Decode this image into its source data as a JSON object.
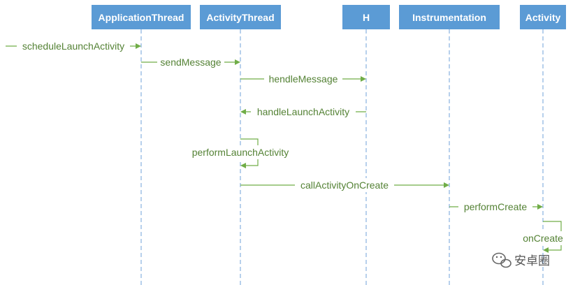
{
  "lifelines": [
    {
      "id": "app",
      "title": "ApplicationThread"
    },
    {
      "id": "act",
      "title": "ActivityThread"
    },
    {
      "id": "h",
      "title": "H"
    },
    {
      "id": "ins",
      "title": "Instrumentation"
    },
    {
      "id": "activity",
      "title": "Activity"
    }
  ],
  "messages": [
    {
      "label": "scheduleLaunchActivity",
      "from": "external",
      "to": "app"
    },
    {
      "label": "sendMessage",
      "from": "app",
      "to": "act"
    },
    {
      "label": "hendleMessage",
      "from": "act",
      "to": "h"
    },
    {
      "label": "handleLaunchActivity",
      "from": "h",
      "to": "act"
    },
    {
      "label": "performLaunchActivity",
      "from": "act",
      "to": "act"
    },
    {
      "label": "callActivityOnCreate",
      "from": "act",
      "to": "ins"
    },
    {
      "label": "performCreate",
      "from": "ins",
      "to": "activity"
    },
    {
      "label": "onCreate",
      "from": "activity",
      "to": "activity"
    }
  ],
  "colors": {
    "lifeline_header": "#5b9bd5",
    "message": "#70ad47",
    "message_text": "#548235"
  },
  "watermark": {
    "icon": "wechat-icon",
    "text": "安卓圈"
  }
}
